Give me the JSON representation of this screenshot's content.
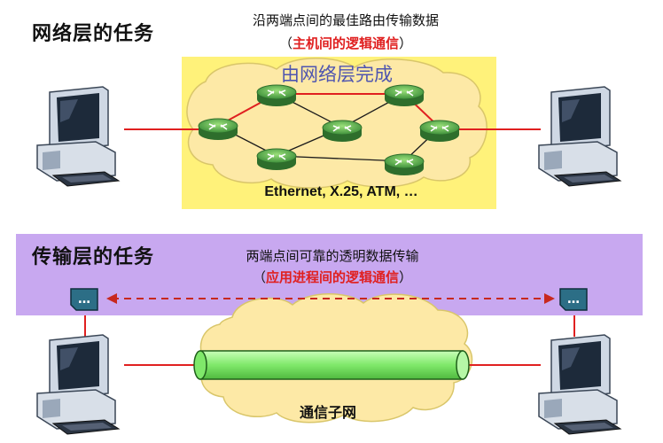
{
  "network_layer": {
    "heading": "网络层的任务",
    "description": "沿两端点间的最佳路由传输数据",
    "logical_comm_open": "（",
    "logical_comm": "主机间的逻辑通信",
    "logical_comm_close": "）",
    "cloud_label": "由网络层完成",
    "protocols": "Ethernet, X.25, ATM, …"
  },
  "transport_layer": {
    "heading": "传输层的任务",
    "description": "两端点间可靠的透明数据传输",
    "logical_comm_open": "（",
    "logical_comm": "应用进程间的逻辑通信",
    "logical_comm_close": "）",
    "process_glyph": "…",
    "subnet_label": "通信子网"
  },
  "colors": {
    "network_panel": "#fff27a",
    "transport_band": "#c8a8f0",
    "cloud_fill": "#fde9a6",
    "router": "#4aa84a",
    "link_red": "#e02020",
    "pipe_green": "#80ef70",
    "process_box": "#2c6e86"
  },
  "icons": [
    "computer-icon",
    "router-icon",
    "cloud-icon",
    "pipe-icon",
    "process-icon"
  ]
}
